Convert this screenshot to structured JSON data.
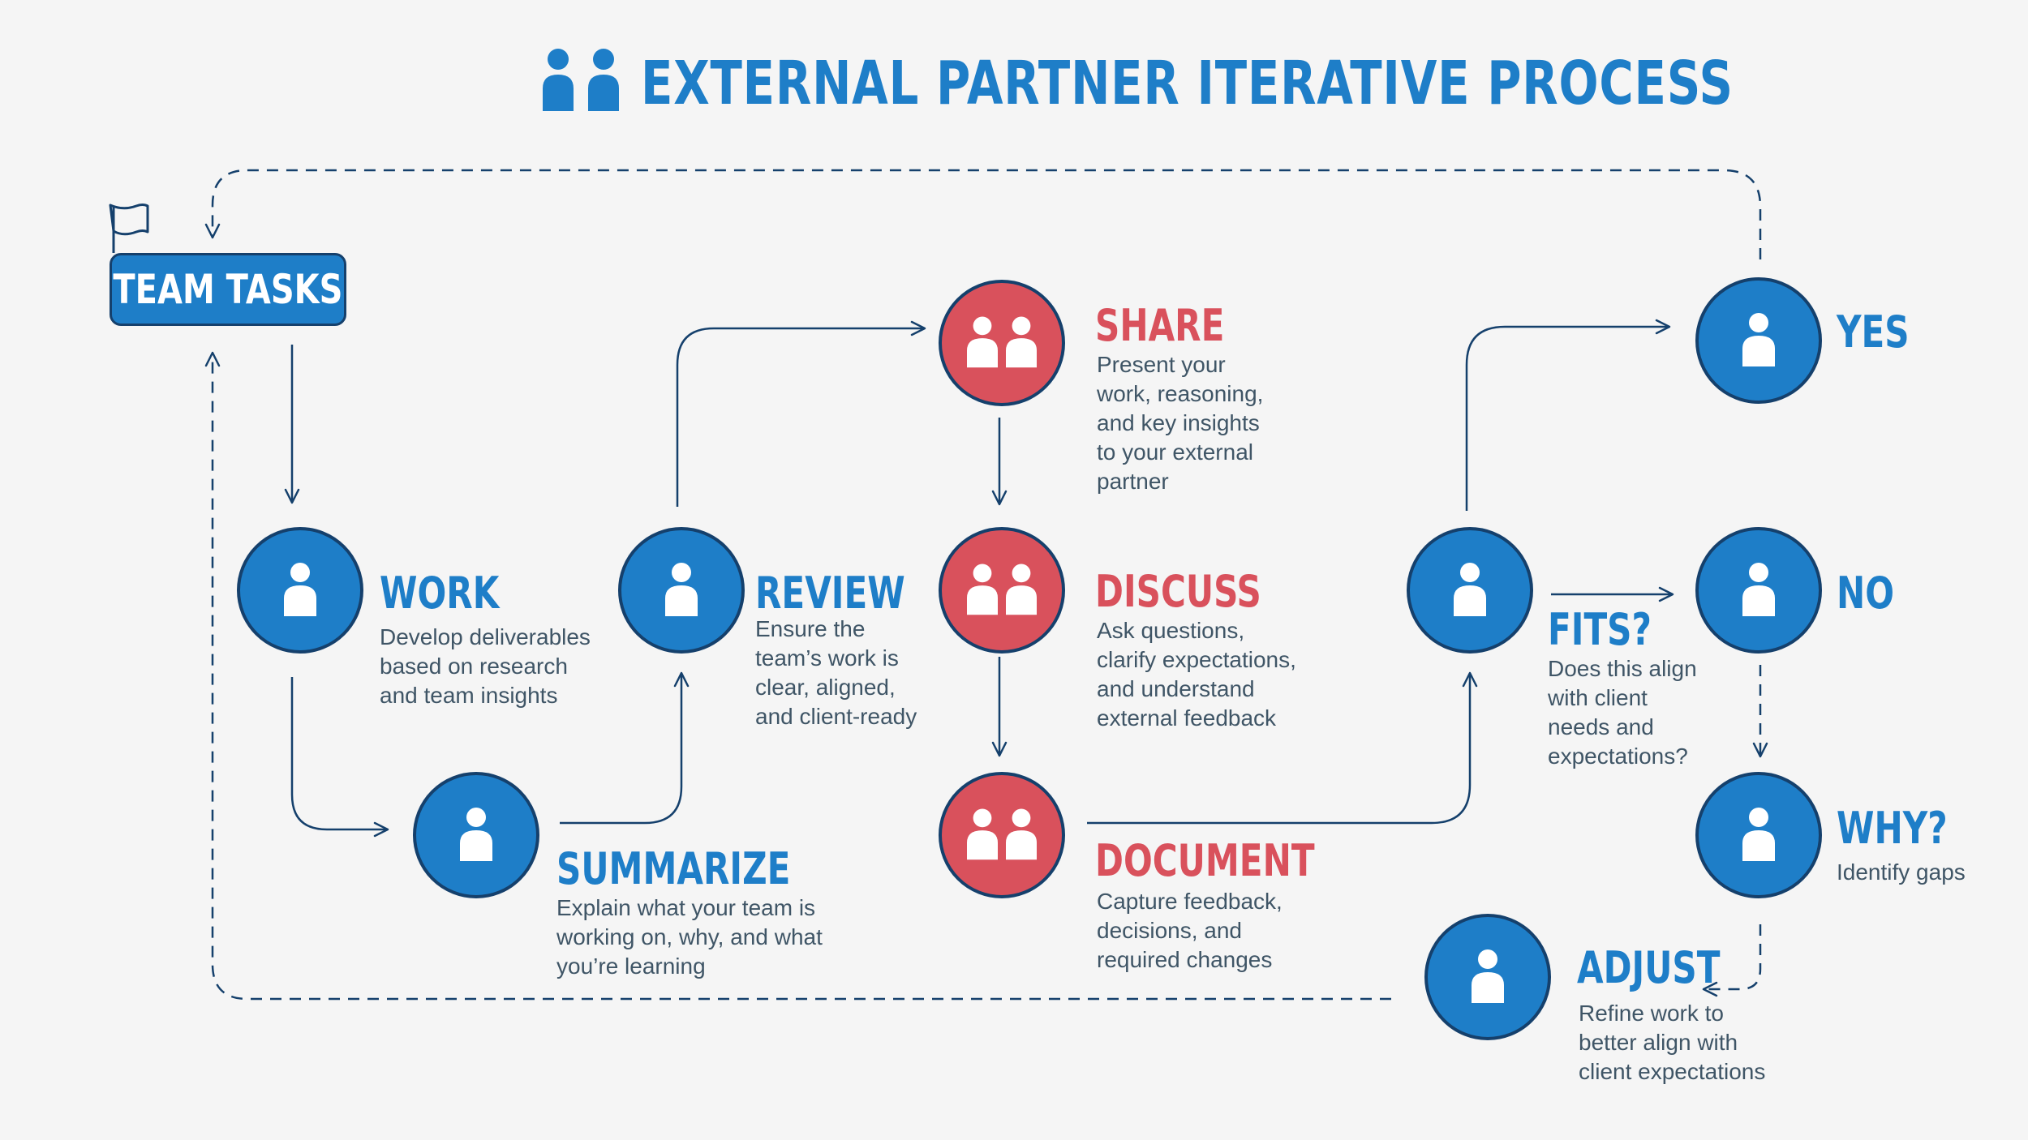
{
  "title": "EXTERNAL PARTNER ITERATIVE PROCESS",
  "colors": {
    "blue": "#1e7ec8",
    "red": "#d9515c",
    "navy": "#15406c",
    "text": "#3f5566"
  },
  "icons": {
    "title": "people-icon",
    "start": "flag-icon",
    "node_single": "person-icon",
    "node_pair": "people-icon"
  },
  "start": {
    "label": "TEAM TASKS"
  },
  "steps": {
    "work": {
      "label": "WORK",
      "desc": "Develop deliverables\nbased on research\nand team insights"
    },
    "summarize": {
      "label": "SUMMARIZE",
      "desc": "Explain what your team is\nworking on, why, and what\nyou’re learning"
    },
    "review": {
      "label": "REVIEW",
      "desc": "Ensure the\nteam’s work is\nclear, aligned,\nand client-ready"
    },
    "share": {
      "label": "SHARE",
      "desc": "Present your\nwork, reasoning,\nand key insights\nto your external\npartner"
    },
    "discuss": {
      "label": "DISCUSS",
      "desc": "Ask questions,\nclarify expectations,\nand understand\nexternal feedback"
    },
    "document": {
      "label": "DOCUMENT",
      "desc": "Capture feedback,\ndecisions, and\nrequired changes"
    },
    "fits": {
      "label": "FITS?",
      "desc": "Does this align\nwith client\nneeds and\nexpectations?"
    },
    "yes": {
      "label": "YES"
    },
    "no": {
      "label": "NO"
    },
    "why": {
      "label": "WHY?",
      "desc": "Identify gaps"
    },
    "adjust": {
      "label": "ADJUST",
      "desc": "Refine work to\nbetter align with\nclient expectations"
    }
  }
}
